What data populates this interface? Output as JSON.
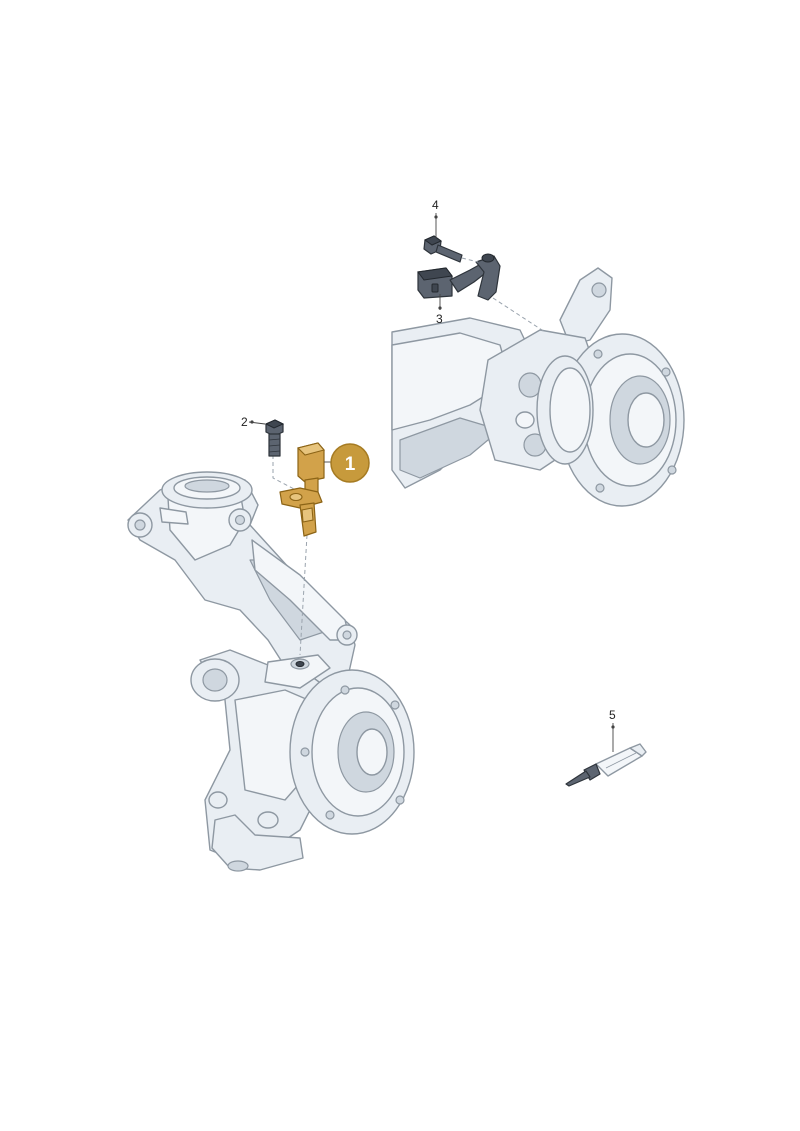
{
  "diagram": {
    "callouts": [
      {
        "id": "callout-1",
        "label": "1",
        "highlighted": true
      },
      {
        "id": "callout-2",
        "label": "2"
      },
      {
        "id": "callout-3",
        "label": "3"
      },
      {
        "id": "callout-4",
        "label": "4"
      },
      {
        "id": "callout-5",
        "label": "5"
      }
    ]
  },
  "colors": {
    "highlight": "#d2a24a",
    "badge": "#c79a3c",
    "part_fill": "#e9eef3",
    "part_outline": "#8e98a2",
    "dark_part": "#5c6470"
  }
}
